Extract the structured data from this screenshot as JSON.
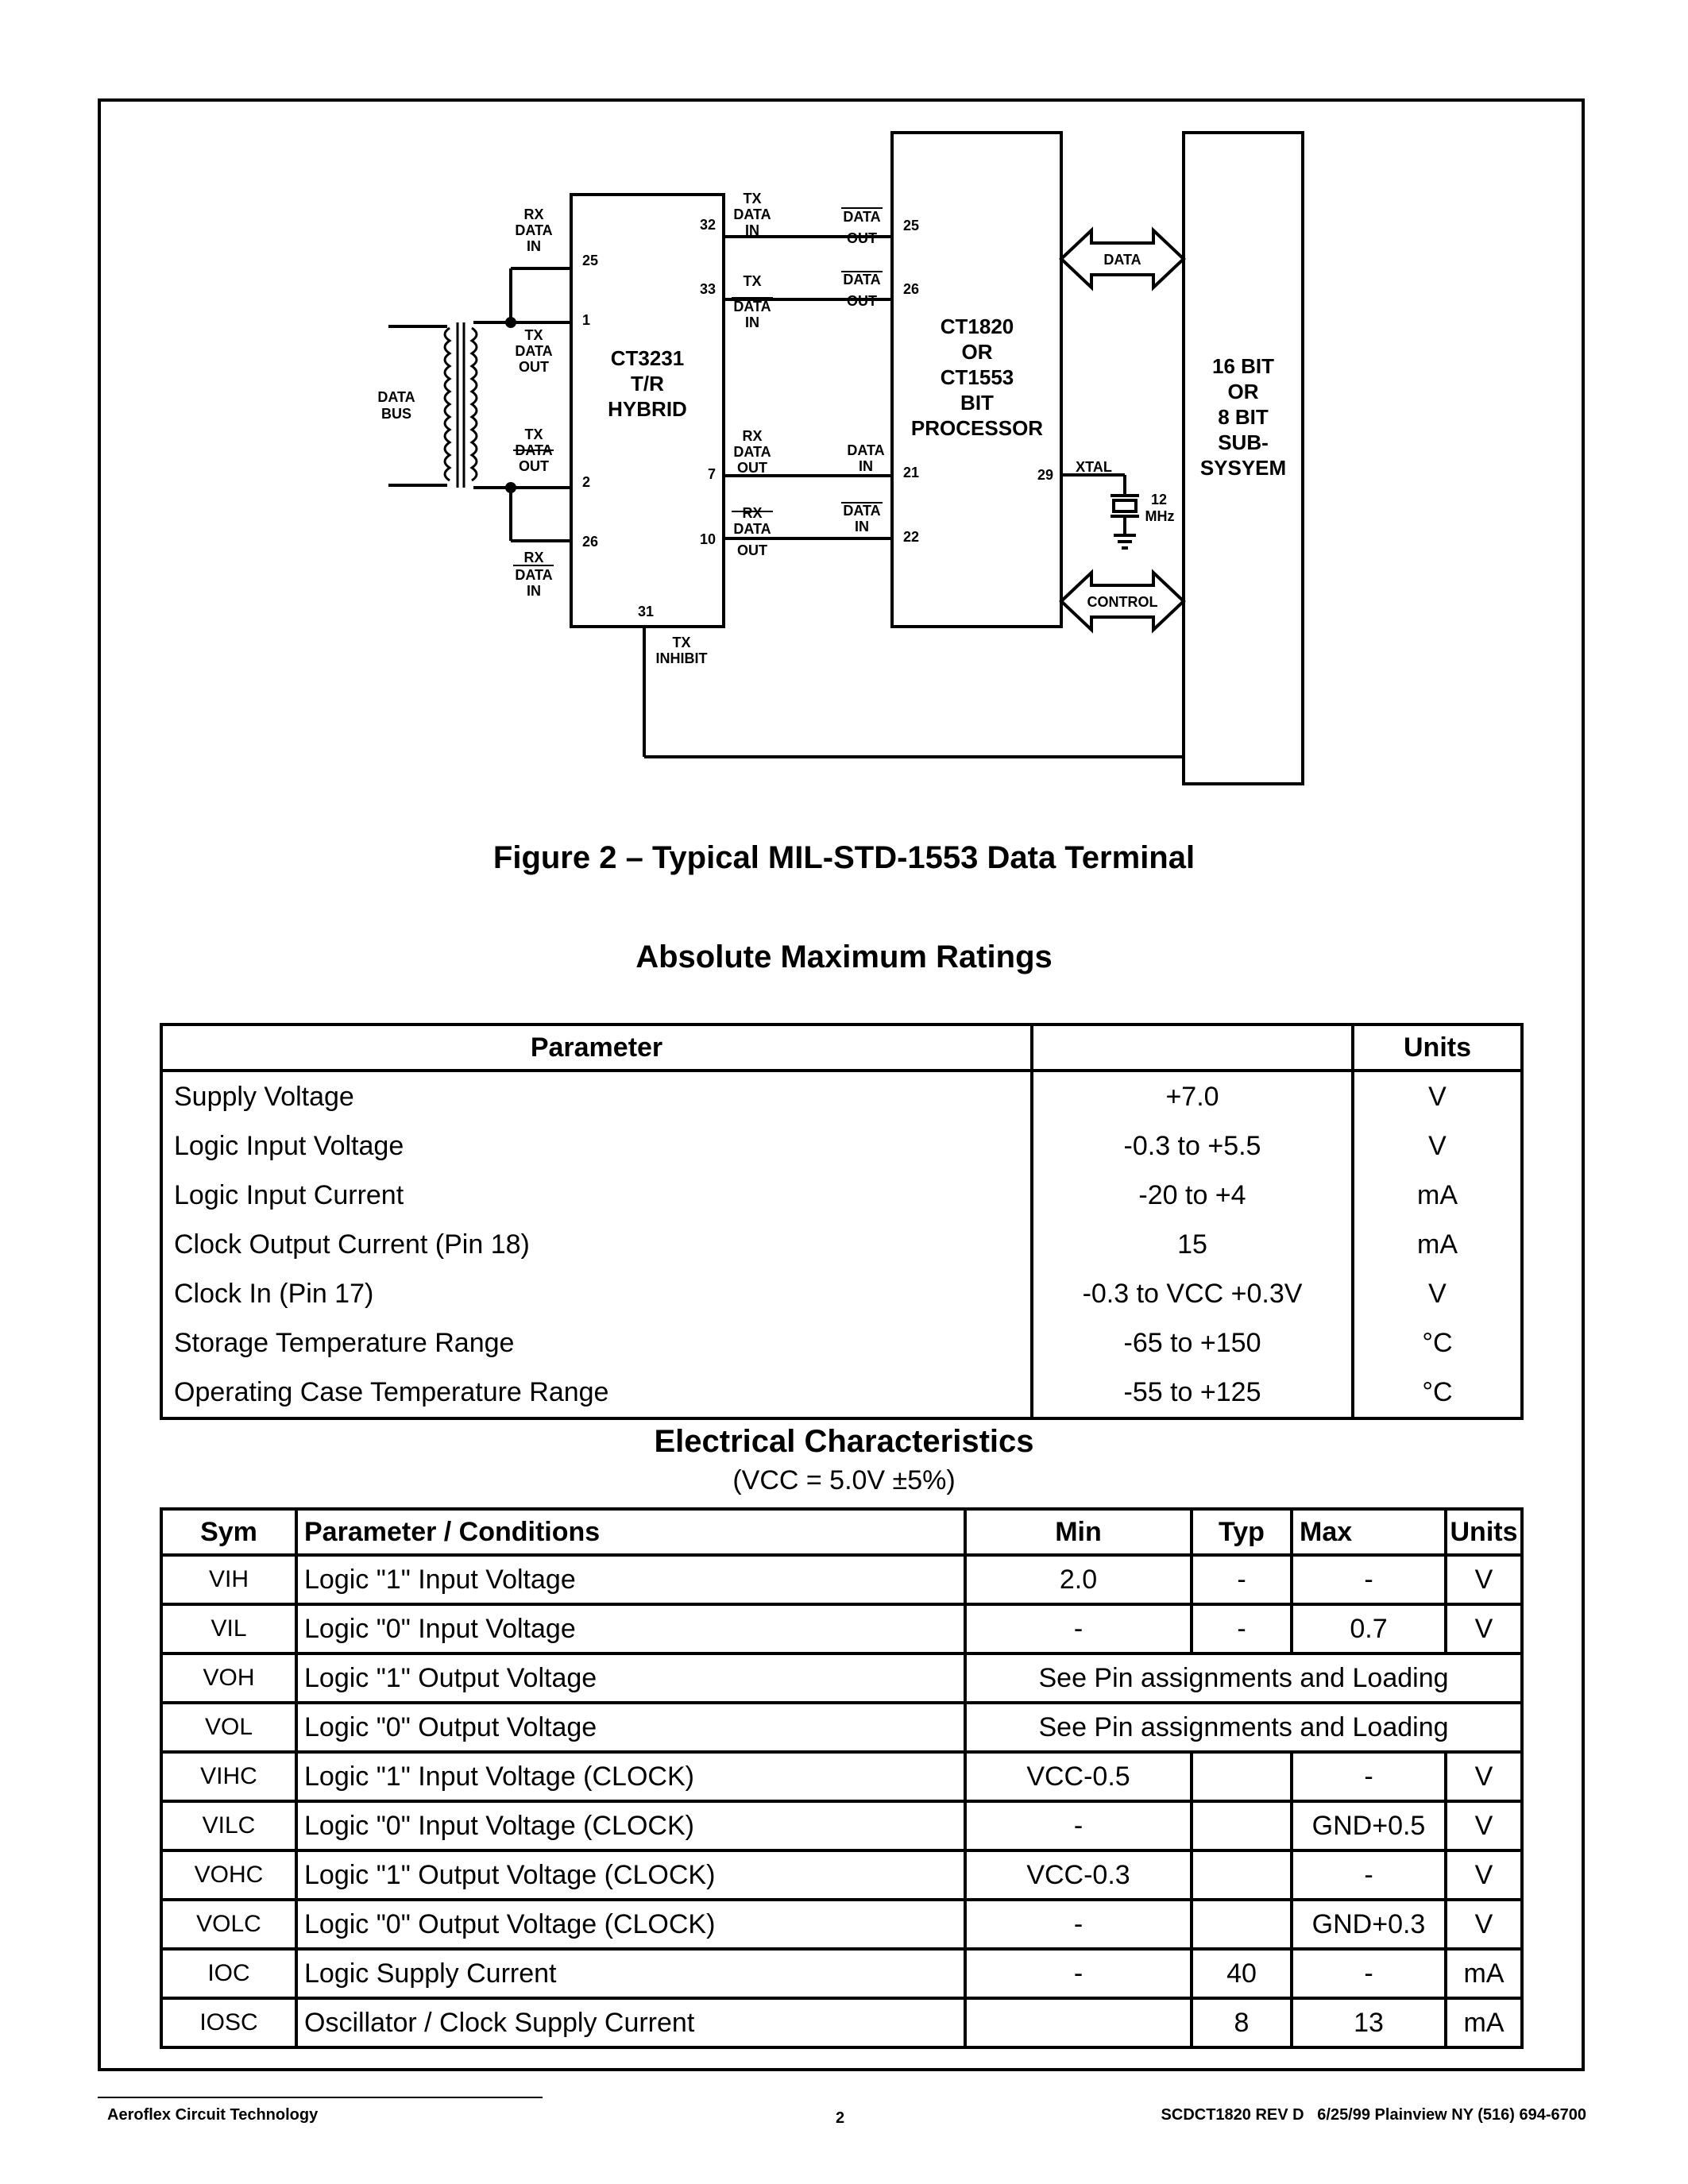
{
  "figure": {
    "caption": "Figure 2 – Typical MIL-STD-1553 Data Terminal",
    "hybrid": {
      "line1": "CT3231",
      "line2": "T/R",
      "line3": "HYBRID"
    },
    "processor": {
      "line1": "CT1820",
      "line2": "OR",
      "line3": "CT1553",
      "line4": "BIT",
      "line5": "PROCESSOR"
    },
    "subsystem": {
      "line1": "16 BIT",
      "line2": "OR",
      "line3": "8 BIT",
      "line4": "SUB-",
      "line5": "SYSYEM"
    },
    "data_bus": {
      "line1": "DATA",
      "line2": "BUS"
    },
    "left_labels": {
      "rx_data_in_top": [
        "RX",
        "DATA",
        "IN"
      ],
      "tx_data_out": [
        "TX",
        "DATA",
        "OUT"
      ],
      "tx_data_out_bar": [
        "TX",
        "DATA",
        "OUT"
      ],
      "rx_data_in_bar": [
        "RX",
        "DATA",
        "IN"
      ]
    },
    "hybrid_pins": {
      "p25": "25",
      "p1": "1",
      "p2": "2",
      "p26": "26",
      "p32": "32",
      "p33": "33",
      "p7": "7",
      "p10": "10",
      "p31": "31"
    },
    "mid_labels": {
      "tx_data_in": [
        "TX",
        "DATA",
        "IN"
      ],
      "tx_data_in_bar": [
        "TX",
        "DATA",
        "IN"
      ],
      "rx_data_out": [
        "RX",
        "DATA",
        "OUT"
      ],
      "rx_data_out_bar": [
        "RX",
        "DATA",
        "OUT"
      ],
      "data_out_bar_1": [
        "DATA",
        "OUT"
      ],
      "data_out_bar_2": [
        "DATA",
        "OUT"
      ],
      "data_in": [
        "DATA",
        "IN"
      ],
      "data_in_bar": [
        "DATA",
        "IN"
      ]
    },
    "processor_pins": {
      "p25": "25",
      "p26": "26",
      "p21": "21",
      "p22": "22",
      "p29": "29"
    },
    "tx_inhibit": [
      "TX",
      "INHIBIT"
    ],
    "xtal": "XTAL",
    "freq": [
      "12",
      "MHz"
    ],
    "bus_data": "DATA",
    "bus_control": "CONTROL"
  },
  "amr": {
    "title": "Absolute Maximum Ratings",
    "headers": [
      "Parameter",
      "",
      "Units"
    ],
    "rows": [
      [
        "Supply Voltage",
        "+7.0",
        "V"
      ],
      [
        "Logic Input Voltage",
        "-0.3 to +5.5",
        "V"
      ],
      [
        "Logic Input Current",
        "-20 to +4",
        "mA"
      ],
      [
        "Clock Output Current (Pin 18)",
        "15",
        "mA"
      ],
      [
        "Clock In (Pin 17)",
        "-0.3 to VCC +0.3V",
        "V"
      ],
      [
        "Storage Temperature Range",
        "-65 to +150",
        "°C"
      ],
      [
        "Operating Case Temperature Range",
        "-55 to +125",
        "°C"
      ]
    ]
  },
  "ec": {
    "title": "Electrical Characteristics",
    "subtitle": "(VCC = 5.0V ±5%)",
    "headers": [
      "Sym",
      "Parameter / Conditions",
      "Min",
      "Typ",
      "Max",
      "Units"
    ],
    "rows": [
      [
        "VIH",
        "Logic \"1\" Input Voltage",
        "2.0",
        "-",
        "-",
        "V"
      ],
      [
        "VIL",
        "Logic \"0\" Input Voltage",
        "-",
        "-",
        "0.7",
        "V"
      ],
      [
        "VOH",
        "Logic \"1\" Output Voltage",
        "See Pin assignments and Loading"
      ],
      [
        "VOL",
        "Logic \"0\" Output Voltage",
        "See Pin assignments and Loading"
      ],
      [
        "VIHC",
        "Logic \"1\" Input Voltage (CLOCK)",
        "VCC-0.5",
        "",
        "-",
        "V"
      ],
      [
        "VILC",
        "Logic \"0\" Input Voltage (CLOCK)",
        "-",
        "",
        "GND+0.5",
        "V"
      ],
      [
        "VOHC",
        "Logic \"1\" Output Voltage (CLOCK)",
        "VCC-0.3",
        "",
        "-",
        "V"
      ],
      [
        "VOLC",
        "Logic \"0\" Output Voltage (CLOCK)",
        "-",
        "",
        "GND+0.3",
        "V"
      ],
      [
        "IOC",
        "Logic Supply Current",
        "-",
        "40",
        "-",
        "mA"
      ],
      [
        "IOSC",
        "Oscillator / Clock Supply Current",
        "",
        "8",
        "13",
        "mA"
      ]
    ]
  },
  "footer": {
    "company": "Aeroflex Circuit Technology",
    "page": "2",
    "doc": "SCDCT1820 REV D   6/25/99 Plainview NY (516) 694-6700"
  }
}
